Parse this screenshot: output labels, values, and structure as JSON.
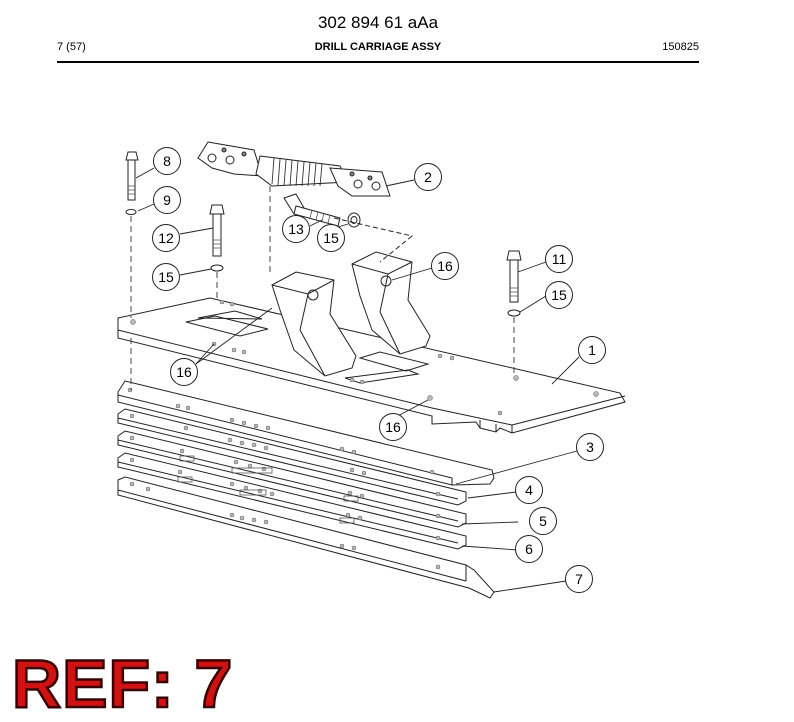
{
  "header": {
    "document_number": "302 894 61 aAa",
    "page": "7 (57)",
    "title": "DRILL CARRIAGE ASSY",
    "date_code": "150825"
  },
  "callouts": [
    {
      "id": "c8",
      "label": "8"
    },
    {
      "id": "c2",
      "label": "2"
    },
    {
      "id": "c9",
      "label": "9"
    },
    {
      "id": "c13",
      "label": "13"
    },
    {
      "id": "c15a",
      "label": "15"
    },
    {
      "id": "c12",
      "label": "12"
    },
    {
      "id": "c16a",
      "label": "16"
    },
    {
      "id": "c11",
      "label": "11"
    },
    {
      "id": "c15b",
      "label": "15"
    },
    {
      "id": "c15c",
      "label": "15"
    },
    {
      "id": "c1",
      "label": "1"
    },
    {
      "id": "c16b",
      "label": "16"
    },
    {
      "id": "c3",
      "label": "3"
    },
    {
      "id": "c16c",
      "label": "16"
    },
    {
      "id": "c4",
      "label": "4"
    },
    {
      "id": "c5",
      "label": "5"
    },
    {
      "id": "c6",
      "label": "6"
    },
    {
      "id": "c7",
      "label": "7"
    }
  ],
  "stamp": {
    "text": "REF: 7",
    "color": "#d11212"
  }
}
